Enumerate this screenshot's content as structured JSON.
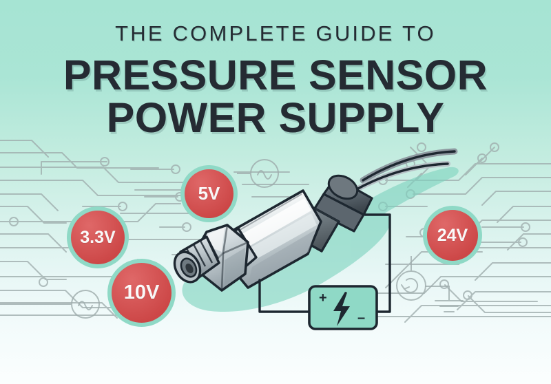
{
  "poster": {
    "kicker": "THE COMPLETE GUIDE TO",
    "title_line1": "PRESSURE SENSOR",
    "title_line2": "POWER SUPPLY",
    "background_top_color": "#a6e4d3",
    "background_bottom_color": "#fbfefe",
    "title_color": "#252b33",
    "accent_color": "#d94b4b",
    "badge_ring_color": "#8fd9c6",
    "trace_color": "#9aa8a8"
  },
  "voltage_badges": [
    {
      "label": "3.3V",
      "name": "badge-3-3v"
    },
    {
      "label": "5V",
      "name": "badge-5v"
    },
    {
      "label": "10V",
      "name": "badge-10v"
    },
    {
      "label": "24V",
      "name": "badge-24v"
    }
  ],
  "power_supply": {
    "plus_sign": "+",
    "minus_sign": "–",
    "icon": "lightning-bolt-icon",
    "box_fill": "#8fd9c6"
  },
  "circuit_symbols": [
    {
      "name": "ac-source-icon-top",
      "kind": "sine-wave-in-circle"
    },
    {
      "name": "ac-source-icon-left",
      "kind": "sine-wave-in-circle"
    },
    {
      "name": "current-source-icon",
      "kind": "circular-arrow-in-circle"
    },
    {
      "name": "ground-icon",
      "kind": "earth-ground"
    }
  ],
  "illustration": {
    "subject": "industrial pressure sensor with threaded process connection, hex nut, cylindrical body and two-wire cable",
    "name": "pressure-sensor-illustration"
  }
}
